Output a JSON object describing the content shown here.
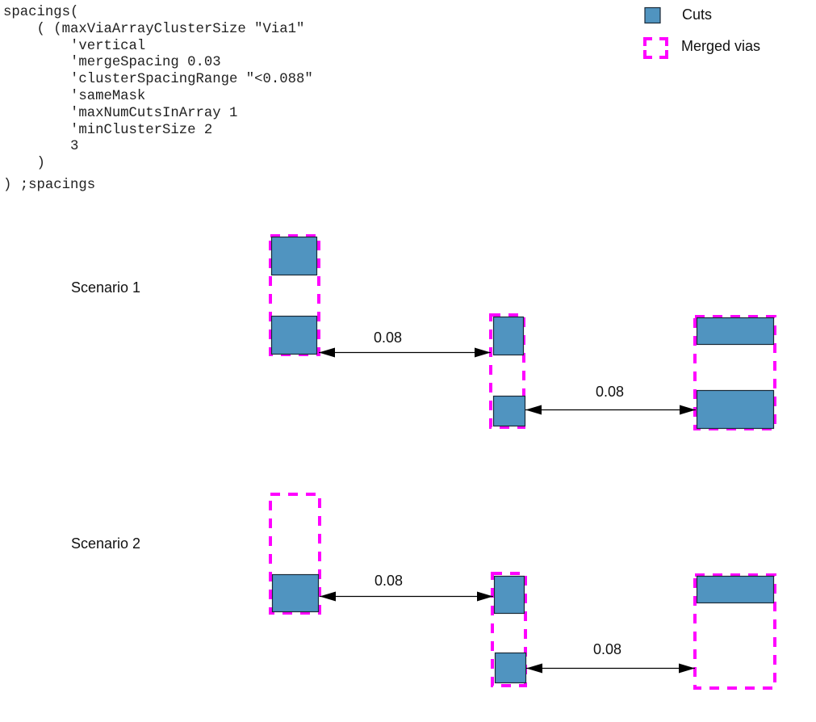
{
  "code": {
    "lines": [
      "spacings(",
      "    ( (maxViaArrayClusterSize \"Via1\"",
      "        'vertical",
      "        'mergeSpacing 0.03",
      "        'clusterSpacingRange \"<0.088\"",
      "        'sameMask",
      "        'maxNumCutsInArray 1",
      "        'minClusterSize 2",
      "        3",
      "    )"
    ],
    "closing": ") ;spacings"
  },
  "legend": {
    "items": [
      {
        "label": "Cuts",
        "icon": "cut-square-icon"
      },
      {
        "label": "Merged vias",
        "icon": "merged-via-dashed-icon"
      }
    ]
  },
  "colors": {
    "cut_fill": "#5094c0",
    "cut_stroke": "#1a2a38",
    "merged_via": "#ff00ff",
    "arrow": "#000000"
  },
  "scenarios": [
    {
      "label": "Scenario 1",
      "spacings": [
        {
          "value": "0.08"
        },
        {
          "value": "0.08"
        }
      ]
    },
    {
      "label": "Scenario 2",
      "spacings": [
        {
          "value": "0.08"
        },
        {
          "value": "0.08"
        }
      ]
    }
  ]
}
